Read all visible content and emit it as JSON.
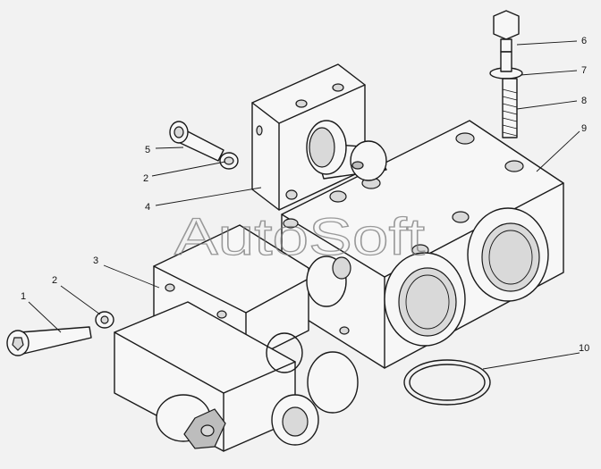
{
  "watermark": "AutoSoft",
  "callouts": [
    {
      "id": "c1",
      "label": "1"
    },
    {
      "id": "c2a",
      "label": "2"
    },
    {
      "id": "c2b",
      "label": "2"
    },
    {
      "id": "c3",
      "label": "3"
    },
    {
      "id": "c4",
      "label": "4"
    },
    {
      "id": "c5",
      "label": "5"
    },
    {
      "id": "c6",
      "label": "6"
    },
    {
      "id": "c7",
      "label": "7"
    },
    {
      "id": "c8",
      "label": "8"
    },
    {
      "id": "c9",
      "label": "9"
    },
    {
      "id": "c10",
      "label": "10"
    }
  ]
}
